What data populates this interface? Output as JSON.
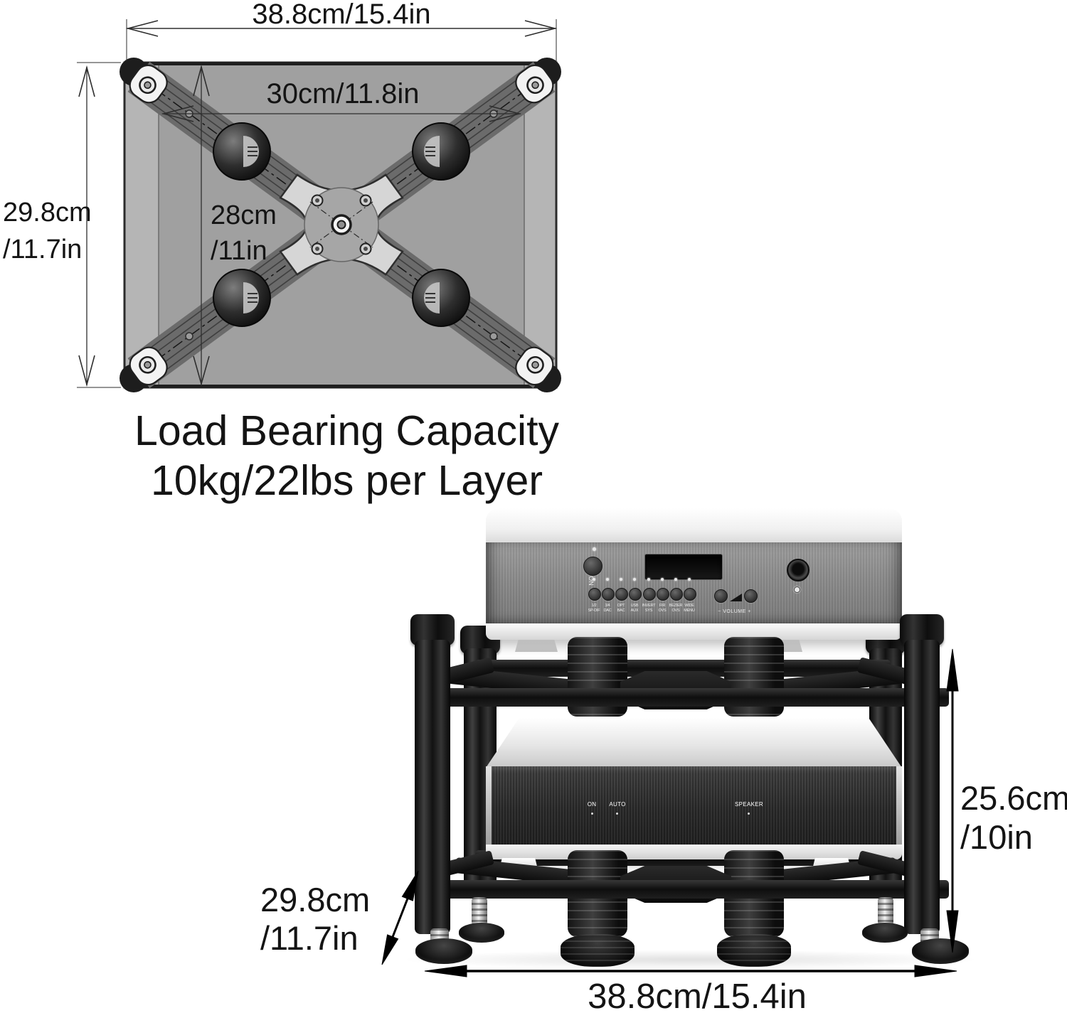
{
  "diagram": {
    "width_outer": "38.8cm/15.4in",
    "width_inner": "30cm/11.8in",
    "depth_outer": [
      "29.8cm",
      "/11.7in"
    ],
    "depth_inner": [
      "28cm",
      "/11in"
    ]
  },
  "caption": {
    "line1": "Load Bearing Capacity",
    "line2": "10kg/22lbs per Layer"
  },
  "rack": {
    "top_unit": {
      "power_label": "ON",
      "key_labels": [
        "1/2\nSP-DIF",
        "3/4\nDAC",
        "OPT\nBAC",
        "USB\nAUX",
        "INVERT\nSYS",
        "FIR\nOVS",
        "BEZIER\nOVS",
        "WIDE\nMENU"
      ],
      "volume_label": "−    VOLUME    +"
    },
    "bottom_unit": {
      "labels": [
        "ON",
        "AUTO",
        "SPEAKER"
      ]
    },
    "dims": {
      "height": [
        "25.6cm",
        "/10in"
      ],
      "depth": [
        "29.8cm",
        "/11.7in"
      ],
      "width": "38.8cm/15.4in"
    }
  },
  "colors": {
    "background": "#ffffff",
    "text": "#141414",
    "arrow": "#000000",
    "slab_outer": "#b5b5b5",
    "slab_inner": "#a0a0a0",
    "rack_black": "#1a1a1a",
    "top_unit_panel": "#8a8a8a",
    "bottom_unit_panel": "#2a2a2a"
  }
}
